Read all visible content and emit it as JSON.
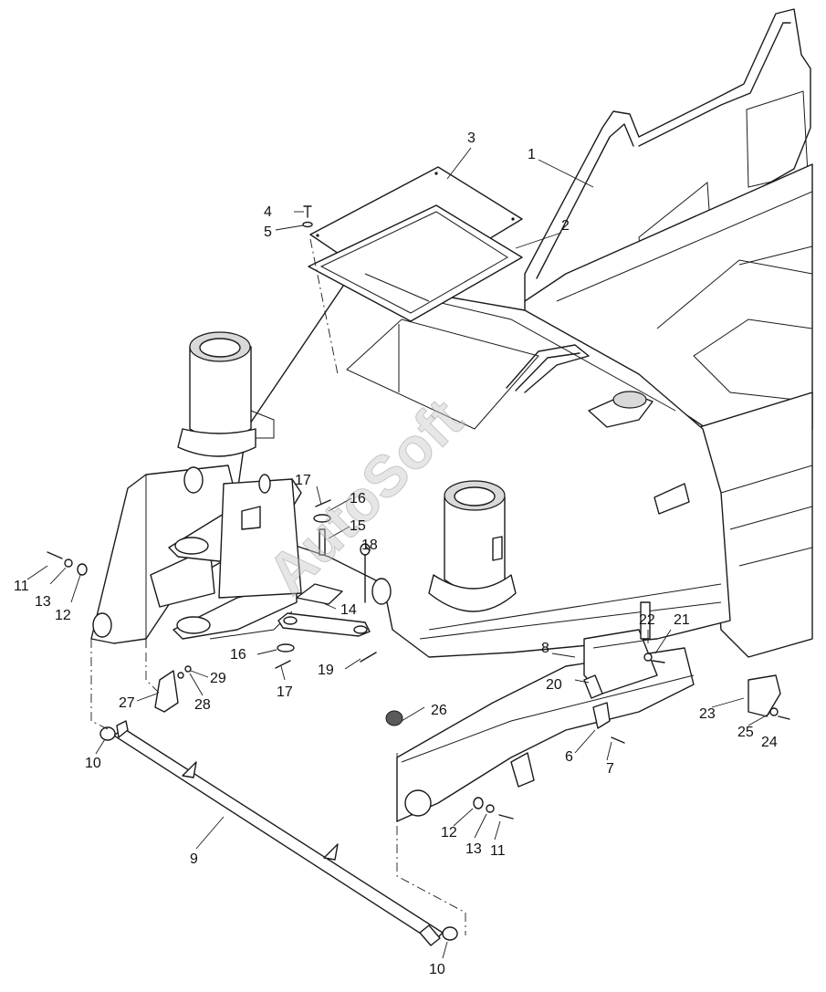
{
  "watermark": "AutoSoft",
  "callouts": [
    {
      "id": "c1",
      "label": "1"
    },
    {
      "id": "c2",
      "label": "2"
    },
    {
      "id": "c3",
      "label": "3"
    },
    {
      "id": "c4",
      "label": "4"
    },
    {
      "id": "c5",
      "label": "5"
    },
    {
      "id": "c6",
      "label": "6"
    },
    {
      "id": "c7",
      "label": "7"
    },
    {
      "id": "c8",
      "label": "8"
    },
    {
      "id": "c9",
      "label": "9"
    },
    {
      "id": "c10a",
      "label": "10"
    },
    {
      "id": "c10b",
      "label": "10"
    },
    {
      "id": "c11a",
      "label": "11"
    },
    {
      "id": "c11b",
      "label": "11"
    },
    {
      "id": "c12a",
      "label": "12"
    },
    {
      "id": "c12b",
      "label": "12"
    },
    {
      "id": "c13a",
      "label": "13"
    },
    {
      "id": "c13b",
      "label": "13"
    },
    {
      "id": "c14",
      "label": "14"
    },
    {
      "id": "c15",
      "label": "15"
    },
    {
      "id": "c16a",
      "label": "16"
    },
    {
      "id": "c16b",
      "label": "16"
    },
    {
      "id": "c17a",
      "label": "17"
    },
    {
      "id": "c17b",
      "label": "17"
    },
    {
      "id": "c18",
      "label": "18"
    },
    {
      "id": "c19",
      "label": "19"
    },
    {
      "id": "c20",
      "label": "20"
    },
    {
      "id": "c21",
      "label": "21"
    },
    {
      "id": "c22",
      "label": "22"
    },
    {
      "id": "c23",
      "label": "23"
    },
    {
      "id": "c24",
      "label": "24"
    },
    {
      "id": "c25",
      "label": "25"
    },
    {
      "id": "c26",
      "label": "26"
    },
    {
      "id": "c27",
      "label": "27"
    },
    {
      "id": "c28",
      "label": "28"
    },
    {
      "id": "c29",
      "label": "29"
    }
  ]
}
